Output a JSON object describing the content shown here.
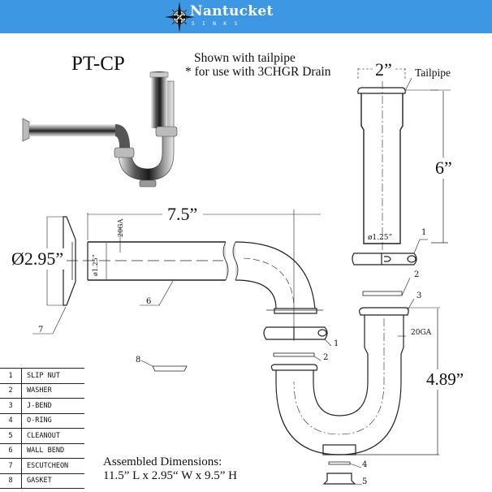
{
  "header": {
    "brand": "Nantucket",
    "brand_sub": "SINKS",
    "logo_icon": "compass-rose-icon",
    "background_color": "#3d97e2"
  },
  "title": {
    "model": "PT-CP",
    "note_line1": "Shown with tailpipe",
    "note_line2": "*  for use with 3CHGR Drain"
  },
  "dimensions": {
    "tailpipe_width": "2”",
    "tailpipe_height": "6”",
    "wall_bend_length": "7.5”",
    "escutcheon_diameter": "Ø2.95”",
    "jbend_height": "4.89”",
    "pipe_diameter_tailpipe": "ø1.25”",
    "pipe_diameter_wallbend": "ø1.25”",
    "gauge_wallbend": "20GA",
    "gauge_jbend": "20GA"
  },
  "labels": {
    "tailpipe": "Tailpipe"
  },
  "callouts": {
    "slip_nut_top": "1",
    "washer_top": "2",
    "jbend": "3",
    "slip_nut_mid": "1",
    "washer_mid": "2",
    "oring": "4",
    "cleanout": "5",
    "wall_bend": "6",
    "escutcheon": "7",
    "gasket": "8"
  },
  "parts": [
    {
      "num": "1",
      "name": "SLIP NUT"
    },
    {
      "num": "2",
      "name": "WASHER"
    },
    {
      "num": "3",
      "name": "J-BEND"
    },
    {
      "num": "4",
      "name": "O-RING"
    },
    {
      "num": "5",
      "name": "CLEANOUT"
    },
    {
      "num": "6",
      "name": "WALL BEND"
    },
    {
      "num": "7",
      "name": "ESCUTCHEON"
    },
    {
      "num": "8",
      "name": "GASKET"
    }
  ],
  "assembled": {
    "heading": "Assembled Dimensions:",
    "value": "11.5” L x 2.95“ W x 9.5” H"
  }
}
